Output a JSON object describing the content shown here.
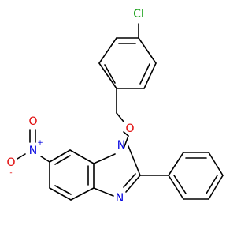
{
  "molecule": {
    "colors": {
      "bond": "#000000",
      "carbon": "#000000",
      "chlorine": "#1aa01a",
      "oxygen": "#e00000",
      "nitrogen": "#0000e0"
    },
    "atom_labels": {
      "cl": "Cl",
      "o_ether": "O",
      "n1": "N",
      "n3": "N",
      "n_nitro": "N",
      "o_nitro_top": "O",
      "o_nitro_left": "O"
    },
    "charges": {
      "n_nitro": "+",
      "o_nitro_left": "-"
    }
  }
}
